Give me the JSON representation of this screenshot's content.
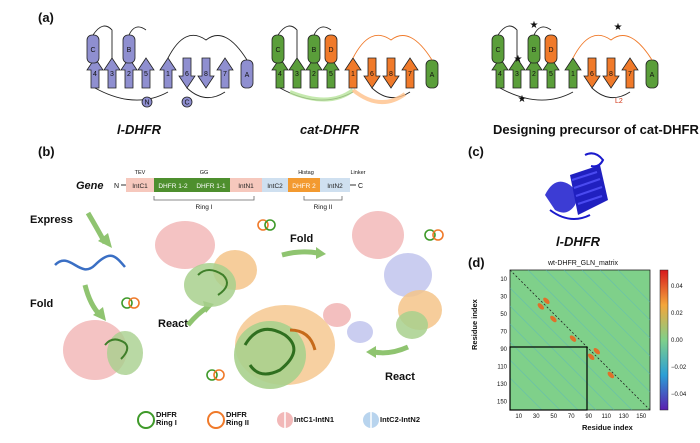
{
  "panels": {
    "a": {
      "label": "(a)",
      "captions": [
        "l-DHFR",
        "cat-DHFR",
        "Designing precursor of cat-DHFR"
      ],
      "topo1": {
        "strands": [
          "4",
          "3",
          "2",
          "5",
          "1",
          "6",
          "8",
          "7"
        ],
        "helices": [
          "C",
          "B",
          "A"
        ],
        "nodes": [
          "N",
          "C"
        ]
      },
      "topo2": {
        "strands": [
          "4",
          "3",
          "2",
          "5",
          "1",
          "6",
          "8",
          "7"
        ],
        "helices": [
          "C",
          "B",
          "D",
          "A"
        ]
      },
      "topo3": {
        "strands": [
          "4",
          "3",
          "2",
          "5",
          "1",
          "6",
          "8",
          "7"
        ],
        "helices": [
          "C",
          "B",
          "D",
          "A"
        ],
        "loop_label": "L2"
      }
    },
    "b": {
      "label": "(b)",
      "gene_label": "Gene",
      "construct": {
        "left_end": "N",
        "right_end": "C",
        "segments": [
          "IntC1",
          "DHFR 1-2",
          "DHFR 1-1",
          "IntN1",
          "IntC2",
          "DHFR 2",
          "IntN2"
        ],
        "tags": [
          "TEV",
          "GG",
          "Histag",
          "Linker"
        ],
        "rings": [
          "Ring I",
          "Ring II"
        ]
      },
      "steps": [
        "Express",
        "Fold",
        "React",
        "Fold",
        "React"
      ],
      "legend": [
        "DHFR\nRing I",
        "DHFR\nRing II",
        "IntC1-IntN1",
        "IntC2-IntN2"
      ]
    },
    "c": {
      "label": "(c)",
      "caption": "l-DHFR"
    },
    "d": {
      "label": "(d)",
      "title": "wt-DHFR_GLN_matrix",
      "xlabel": "Residue index",
      "ylabel": "Residue index",
      "xticks": [
        "10",
        "30",
        "50",
        "70",
        "90",
        "110",
        "130",
        "150"
      ],
      "yticks": [
        "10",
        "30",
        "50",
        "70",
        "90",
        "110",
        "130",
        "150"
      ],
      "cbar_ticks": [
        "0.04",
        "0.02",
        "0.00",
        "−0.02",
        "−0.04"
      ]
    }
  },
  "colors": {
    "lavender": "#8f8fd0",
    "green": "#5a9e3a",
    "orange": "#f07a2a",
    "dark": "#222222",
    "blue_protein": "#1a1acc",
    "pink": "#f2b8b8",
    "lightblue": "#b8d4ee"
  }
}
